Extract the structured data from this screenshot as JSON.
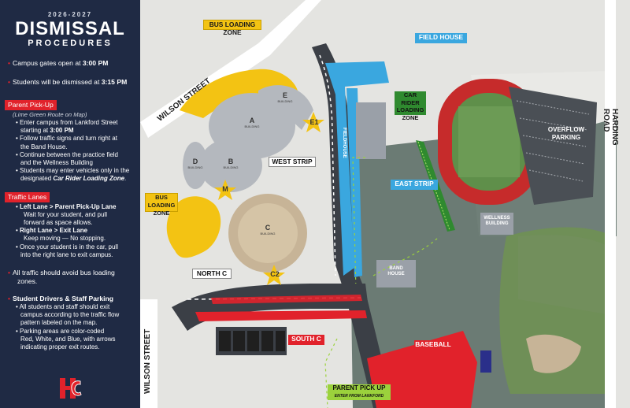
{
  "panel": {
    "year": "2026-2027",
    "title": "DISMISSAL",
    "subtitle": "PROCEDURES",
    "gates_pre": "Campus gates open at ",
    "gates_time": "3:00 PM",
    "dismiss_pre": "Students will be dismissed at ",
    "dismiss_time": "3:15 PM",
    "parent_tag": "Parent Pick-Up",
    "parent_note": "(Lime Green Route on Map)",
    "parent_1a": "Enter campus from Lankford Street",
    "parent_1b_pre": "starting at ",
    "parent_1b_time": "3:00 PM",
    "parent_2a": "Follow traffic signs and turn right at",
    "parent_2b": "the Band House.",
    "parent_3a": "Continue between the practice field",
    "parent_3b": "and the Wellness Building",
    "parent_4a": "Students may enter vehicles only in the",
    "parent_4b_pre": "designated ",
    "parent_4b_em": "Car Rider Loading Zone",
    "parent_4b_post": ".",
    "traffic_tag": "Traffic Lanes",
    "left_lane": "Left Lane > Parent Pick-Up Lane",
    "left_1": "Wait for your student, and pull",
    "left_2": "forward as space allows.",
    "right_lane": "Right Lane > Exit Lane",
    "right_1": "Keep moving — No stopping.",
    "once_1": "Once your student is in the car, pull",
    "once_2": "into the right lane to exit campus.",
    "avoid_1": "All traffic should avoid bus loading",
    "avoid_2": "zones.",
    "drivers": "Student Drivers & Staff Parking",
    "drivers_1": "All students and staff should exit",
    "drivers_2": "campus according to the traffic flow",
    "drivers_3": "pattern labeled on the map.",
    "drivers_4": "Parking areas are color-coded",
    "drivers_5": "Red, White, and Blue, with arrows",
    "drivers_6": "indicating proper exit routes."
  },
  "map": {
    "bus_zone_top": "BUS LOADING ZONE",
    "field_house": "FIELD HOUSE",
    "car_rider_1": "CAR RIDER",
    "car_rider_2": "LOADING",
    "car_rider_3": "ZONE",
    "west_strip": "WEST STRIP",
    "east_strip": "EAST STRIP",
    "bus_zone_left_1": "BUS LOADING",
    "bus_zone_left_2": "ZONE",
    "north_c": "NORTH C",
    "south_c": "SOUTH C",
    "baseball": "BASEBALL",
    "parent_pickup": "PARENT PICK UP",
    "enter_from": "ENTER FROM LANKFORD",
    "overflow_1": "OVERFLOW",
    "overflow_2": "PARKING",
    "wellness_1": "WELLNESS",
    "wellness_2": "BUILDING",
    "band_1": "BAND",
    "band_2": "HOUSE",
    "fieldhouse_vert": "FIELDHOUSE",
    "wilson_top": "WILSON STREET",
    "wilson_bottom": "WILSON STREET",
    "harding": "HARDING ROAD",
    "building_word": "BUILDING",
    "bld_a": "A",
    "bld_b": "B",
    "bld_c": "C",
    "bld_d": "D",
    "bld_e": "E",
    "star_e1": "E1",
    "star_m": "M",
    "star_c2": "C2"
  },
  "colors": {
    "navy": "#1f2a44",
    "red": "#e1222b",
    "yellow": "#f3c313",
    "blue": "#3aa7df",
    "green": "#2f8a2f",
    "lime": "#9bd23c"
  }
}
